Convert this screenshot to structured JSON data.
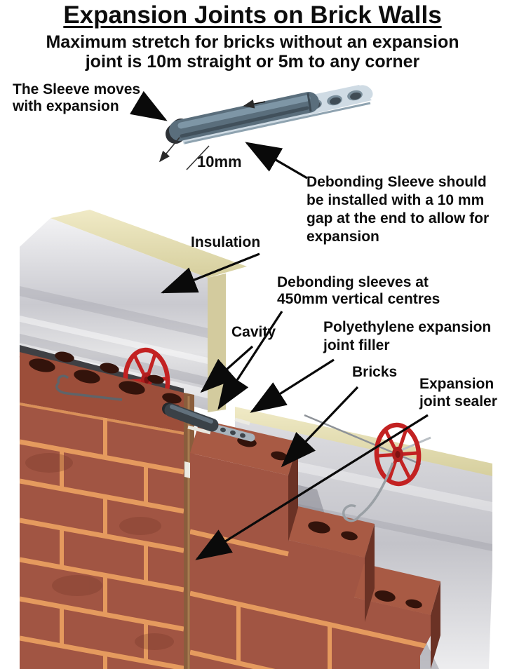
{
  "title": "Expansion Joints on Brick Walls",
  "subtitle_lines": [
    "Maximum stretch for bricks without an expansion",
    "joint is 10m straight or 5m to any corner"
  ],
  "labels": {
    "sleeve_moves": [
      "The Sleeve moves",
      "with expansion"
    ],
    "dimension": "10mm",
    "debonding_note": [
      "Debonding Sleeve should",
      "be installed with a 10 mm",
      "gap at the end to allow for",
      "expansion"
    ],
    "insulation": "Insulation",
    "debonding_sleeves": [
      "Debonding sleeves at",
      "450mm vertical centres"
    ],
    "cavity": "Cavity",
    "joint_filler": [
      "Polyethylene expansion",
      "joint filler"
    ],
    "bricks": "Bricks",
    "joint_sealer": [
      "Expansion",
      "joint sealer"
    ]
  },
  "colors": {
    "brick_face": "#a15543",
    "brick_top": "#a85a44",
    "mortar": "#e59a5e",
    "insulation_face_light": "#f0f0f2",
    "insulation_face_dark": "#bfbfc5",
    "insulation_edge_cream": "#e9e3ba",
    "retainer_wheel_red": "#c32222",
    "sleeve_dark": "#3a4147",
    "sleeve_illustration": "#5a6e7c",
    "tie_metal": "#cfdbe4",
    "expansion_joint_tan": "#8a5d3c",
    "arrow_black": "#0a0a0a"
  }
}
